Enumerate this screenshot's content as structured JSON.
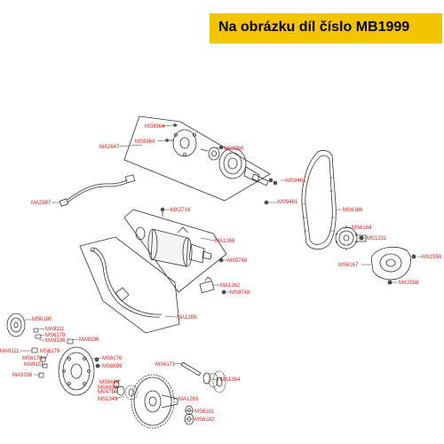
{
  "banner": {
    "text": "Na obrázku díl číslo MB1999",
    "background": "#f5c400"
  },
  "diagram": {
    "line_color": "#333333",
    "label_color": "#d11a1a",
    "part_labels": {
      "MS9964_a": "MS9964",
      "MS9964_b": "MS9964",
      "MA2647": "MA2647",
      "MS9965": "MS9965",
      "MS9461_a": "MS9461",
      "MS9461_b": "MS9461",
      "MA2887": "MA2887",
      "MS6166": "MS6166",
      "MX2716": "MX2716",
      "MS6164": "MS6164",
      "MS1231": "MS1231",
      "MA1266": "MA1266",
      "MX2558_a": "MX2558",
      "MS9748_a": "MS9748",
      "MS6167": "MS6167",
      "MX2558_b": "MX2558",
      "MA1262": "MA1262",
      "MS9748_b": "MS9748",
      "MA1269": "MA1269",
      "MS6180": "MS6180",
      "MA9111_a": "MA9111",
      "MS6179_a": "MS6179",
      "MA9336_a": "MA9336",
      "MA9336_b": "MA9336",
      "MA9111_b": "MA9111",
      "MS6179_b": "MS6179",
      "MS6178": "MS6178",
      "MA9151": "MA9151",
      "MS6176": "MS6176",
      "MS6699_a": "MS6699",
      "MS6171": "MS6171",
      "MA1264": "MA1264",
      "MA9336_c": "MA9336",
      "MS6699_b": "MS6699",
      "MS6699_c": "MS6699",
      "MV4780": "MV4780",
      "MS1349": "MS1349",
      "MA1265": "MA1265",
      "MS6181": "MS6181",
      "MS6182": "MS6182"
    }
  }
}
